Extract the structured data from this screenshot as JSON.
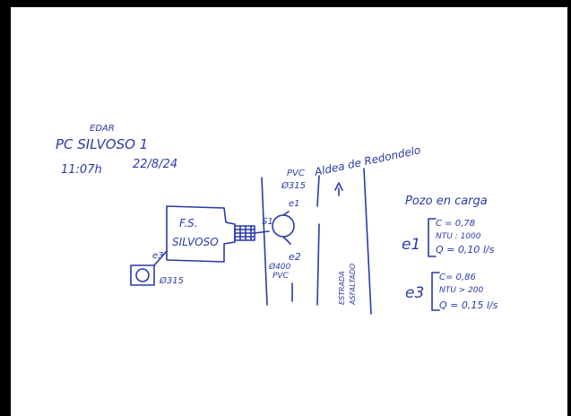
{
  "header": {
    "edar": "EDAR",
    "site": "PC SILVOSO 1",
    "time": "11:07h",
    "date": "22/8/24"
  },
  "diagram": {
    "fs_line1": "F.S.",
    "fs_line2": "SILVOSO",
    "pipe_label_top_1": "PVC",
    "pipe_label_top_2": "Ø315",
    "e1": "e1",
    "s1": "S1",
    "e2": "e2",
    "pipe_label_bottom_1": "Ø400",
    "pipe_label_bottom_2": "PVC",
    "e3_pipe": "e3",
    "e3_pipe_dim": "Ø315",
    "road_label": "Aldea de Redondelo",
    "road_vertical_1": "ESTRADA",
    "road_vertical_2": "ASFALTADO"
  },
  "readings": {
    "title": "Pozo en carga",
    "e1": {
      "label": "e1",
      "c": "C = 0,78",
      "ntu": "NTU : 1000",
      "q": "Q = 0,10 l/s"
    },
    "e3": {
      "label": "e3",
      "c": "C= 0,86",
      "ntu": "NTU > 200",
      "q": "Q = 0,15 l/s"
    }
  }
}
